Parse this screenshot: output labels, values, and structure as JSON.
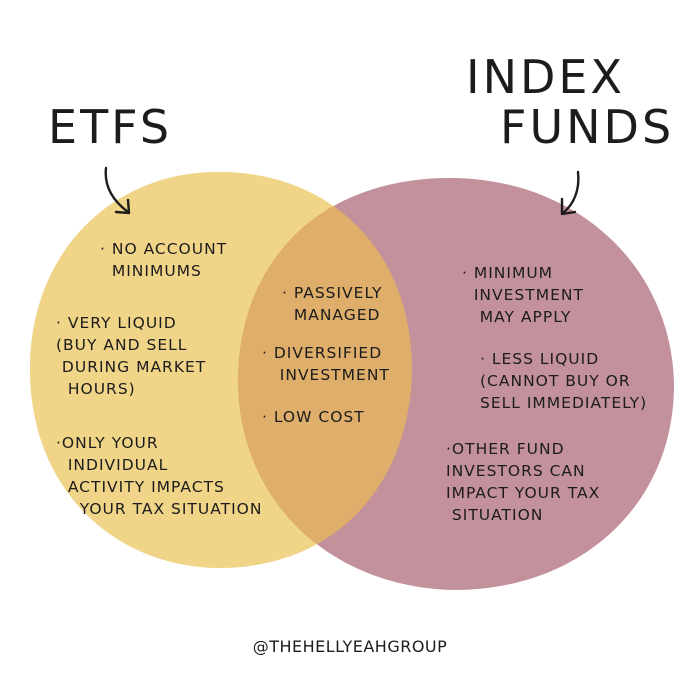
{
  "colors": {
    "etfs_circle": "#f0d488",
    "index_circle": "#c2919b",
    "overlap": "#deae6a",
    "ink": "#1c1c1c"
  },
  "etfs": {
    "title": "ETFS",
    "items": [
      "· NO ACCOUNT\n  MINIMUMS",
      "· VERY LIQUID\n(BUY AND SELL\n DURING MARKET\n  HOURS)",
      "·ONLY YOUR\n  INDIVIDUAL\n  ACTIVITY IMPACTS\n    YOUR TAX SITUATION"
    ]
  },
  "index_funds": {
    "title_line1": "INDEX",
    "title_line2": "FUNDS",
    "items": [
      "· MINIMUM\n  INVESTMENT\n   MAY APPLY",
      "· LESS LIQUID\n(CANNOT BUY OR\nSELL IMMEDIATELY)",
      "·OTHER FUND\nINVESTORS CAN\nIMPACT YOUR TAX\n SITUATION"
    ]
  },
  "both": {
    "items": [
      "· PASSIVELY\n  MANAGED",
      "· DIVERSIFIED\n   INVESTMENT",
      "· LOW COST"
    ]
  },
  "credit": "@THEHELLYEAHGROUP"
}
